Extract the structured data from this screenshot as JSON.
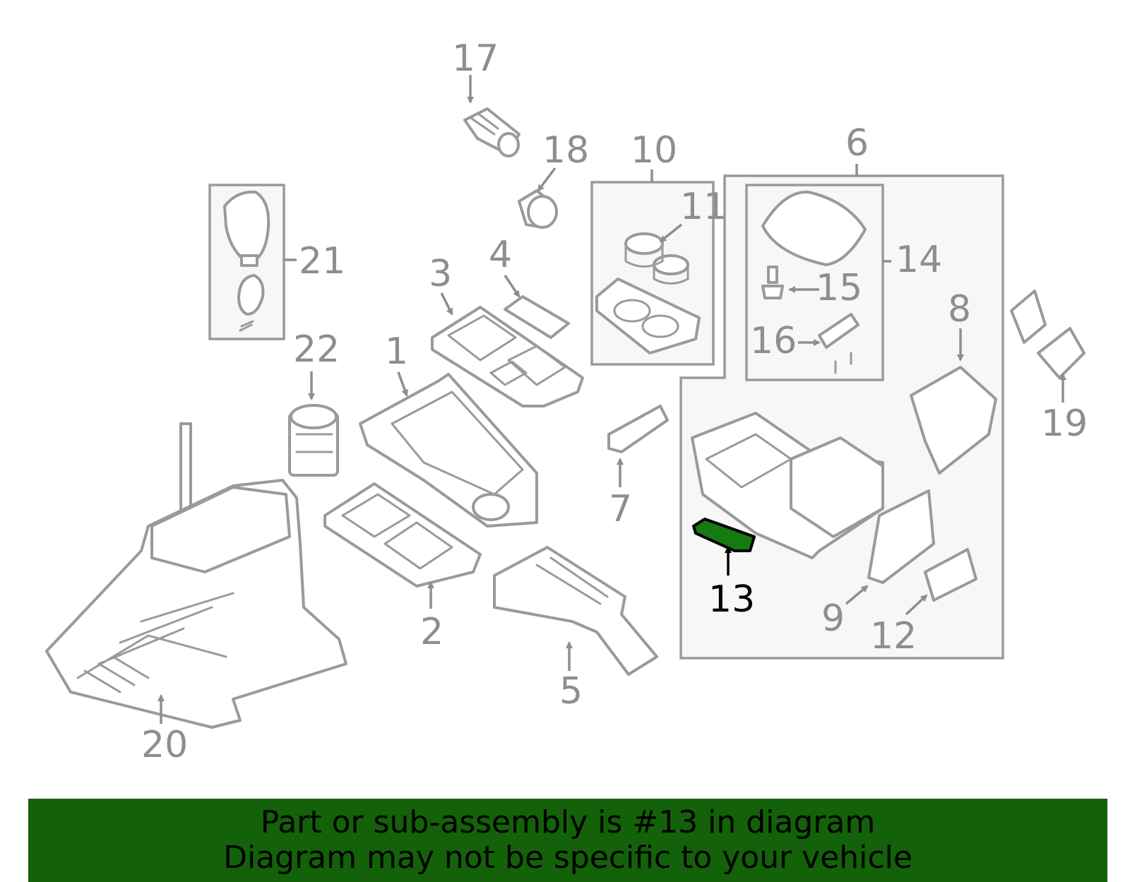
{
  "diagram": {
    "highlighted_part": "13",
    "callouts": [
      "1",
      "2",
      "3",
      "4",
      "5",
      "6",
      "7",
      "8",
      "9",
      "10",
      "11",
      "12",
      "13",
      "14",
      "15",
      "16",
      "17",
      "18",
      "19",
      "20",
      "21",
      "22"
    ]
  },
  "banner": {
    "line1": "Part or sub-assembly is #13 in diagram",
    "line2": "Diagram may not be specific to your vehicle",
    "background": "#136108"
  }
}
